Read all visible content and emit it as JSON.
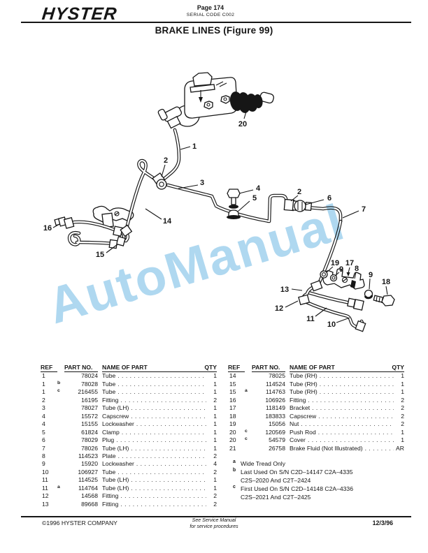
{
  "header": {
    "logo": "HYSTER",
    "page": "Page 174",
    "serial": "SERIAL CODE C002",
    "title": "BRAKE LINES (Figure 99)"
  },
  "watermark": {
    "text": "AutoManual",
    "color": "#afd8f0"
  },
  "table": {
    "headers": {
      "ref": "REF",
      "part": "PART NO.",
      "name": "NAME OF PART",
      "qty": "QTY"
    },
    "left_rows": [
      {
        "ref": "1",
        "note": "",
        "part": "78024",
        "name": "Tube",
        "qty": "1"
      },
      {
        "ref": "1",
        "note": "b",
        "part": "78028",
        "name": "Tube",
        "qty": "1"
      },
      {
        "ref": "1",
        "note": "c",
        "part": "216455",
        "name": "Tube",
        "qty": "1"
      },
      {
        "ref": "2",
        "note": "",
        "part": "16195",
        "name": "Fitting",
        "qty": "2"
      },
      {
        "ref": "3",
        "note": "",
        "part": "78027",
        "name": "Tube (LH)",
        "qty": "1"
      },
      {
        "ref": "4",
        "note": "",
        "part": "15572",
        "name": "Capscrew",
        "qty": "1"
      },
      {
        "ref": "4",
        "note": "",
        "part": "15155",
        "name": "Lockwasher",
        "qty": "1"
      },
      {
        "ref": "5",
        "note": "",
        "part": "61824",
        "name": "Clamp",
        "qty": "1"
      },
      {
        "ref": "6",
        "note": "",
        "part": "78029",
        "name": "Plug",
        "qty": "1"
      },
      {
        "ref": "7",
        "note": "",
        "part": "78026",
        "name": "Tube (LH)",
        "qty": "1"
      },
      {
        "ref": "8",
        "note": "",
        "part": "114523",
        "name": "Plate",
        "qty": "2"
      },
      {
        "ref": "9",
        "note": "",
        "part": "15920",
        "name": "Lockwasher",
        "qty": "4"
      },
      {
        "ref": "10",
        "note": "",
        "part": "106927",
        "name": "Tube",
        "qty": "2"
      },
      {
        "ref": "11",
        "note": "",
        "part": "114525",
        "name": "Tube (LH)",
        "qty": "1"
      },
      {
        "ref": "11",
        "note": "a",
        "part": "114764",
        "name": "Tube (LH)",
        "qty": "1"
      },
      {
        "ref": "12",
        "note": "",
        "part": "14568",
        "name": "Fitting",
        "qty": "2"
      },
      {
        "ref": "13",
        "note": "",
        "part": "89668",
        "name": "Fitting",
        "qty": "2"
      }
    ],
    "right_rows": [
      {
        "ref": "14",
        "note": "",
        "part": "78025",
        "name": "Tube (RH)",
        "qty": "1"
      },
      {
        "ref": "15",
        "note": "",
        "part": "114524",
        "name": "Tube (RH)",
        "qty": "1"
      },
      {
        "ref": "15",
        "note": "a",
        "part": "114763",
        "name": "Tube (RH)",
        "qty": "1"
      },
      {
        "ref": "16",
        "note": "",
        "part": "106926",
        "name": "Fitting",
        "qty": "2"
      },
      {
        "ref": "17",
        "note": "",
        "part": "118149",
        "name": "Bracket",
        "qty": "2"
      },
      {
        "ref": "18",
        "note": "",
        "part": "183833",
        "name": "Capscrew",
        "qty": "2"
      },
      {
        "ref": "19",
        "note": "",
        "part": "15056",
        "name": "Nut",
        "qty": "2"
      },
      {
        "ref": "20",
        "note": "c",
        "part": "120569",
        "name": "Push Rod",
        "qty": "1"
      },
      {
        "ref": "20",
        "note": "c",
        "part": "54579",
        "name": "Cover",
        "qty": "1"
      },
      {
        "ref": "21",
        "note": "",
        "part": "26758",
        "name": "Brake Fluid (Not Illustrated)",
        "qty": "AR"
      }
    ],
    "footnotes": [
      {
        "marker": "a",
        "text": "Wide Tread Only"
      },
      {
        "marker": "b",
        "text": "Last Used On S/N C2D–14147 C2A–4335"
      },
      {
        "marker": "",
        "text": "C2S–2020 And C2T–2424"
      },
      {
        "marker": "c",
        "text": "First Used On S/N C2D–14148 C2A–4336"
      },
      {
        "marker": "",
        "text": "C2S–2021 And C2T–2425"
      }
    ]
  },
  "diagram": {
    "callouts": {
      "c1": "1",
      "c2a": "2",
      "c2b": "2",
      "c3": "3",
      "c4": "4",
      "c5": "5",
      "c6": "6",
      "c7": "7",
      "c8": "8",
      "c9a": "9",
      "c9b": "9",
      "c10": "10",
      "c11": "11",
      "c12": "12",
      "c13": "13",
      "c14": "14",
      "c15": "15",
      "c16": "16",
      "c17": "17",
      "c18": "18",
      "c19": "19",
      "c20": "20"
    }
  },
  "footer": {
    "copyright": "©1996 HYSTER COMPANY",
    "center_line1": "See Service Manual",
    "center_line2": "for service procedures",
    "date": "12/3/96"
  }
}
